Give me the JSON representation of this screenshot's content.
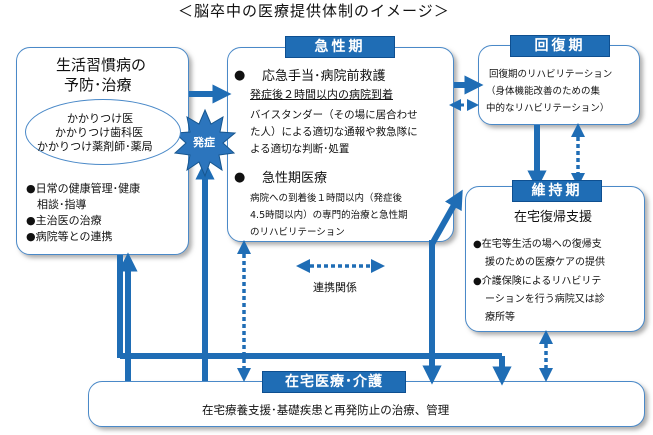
{
  "title": "＜脳卒中の医療提供体制のイメージ＞",
  "prevention": {
    "heading_line1": "生活習慣病の",
    "heading_line2": "予防･治療",
    "clinic_lines": [
      "かかりつけ医",
      "かかりつけ歯科医",
      "かかりつけ薬剤師･薬局"
    ],
    "items": [
      "●日常の健康管理･健康",
      "相談･指導",
      "●主治医の治療",
      "●病院等との連携"
    ]
  },
  "onset_label": "発症",
  "acute": {
    "header": "急性期",
    "item1_title": "応急手当･病院前救護",
    "item1_sub": "発症後２時間以内の病院到着",
    "item1_body": [
      "バイスタンダー（その場に居合わせ",
      "た人）による適切な通報や救急隊に",
      "よる適切な判断･処置"
    ],
    "item2_title": "急性期医療",
    "item2_body": [
      "病院への到着後１時間以内（発症後",
      "4.5時間以内）の専門的治療と急性期",
      "のリハビリテーション"
    ],
    "bullet": "●"
  },
  "recovery": {
    "header": "回復期",
    "body": [
      "回復期のリハビリテーション",
      "（身体機能改善のための集",
      "中的なリハビリテーション）"
    ]
  },
  "maintenance": {
    "header": "維持期",
    "subtitle": "在宅復帰支援",
    "items": [
      "●在宅等生活の場への復帰支",
      "援のための医療ケアの提供",
      "●介護保険によるリハビリテ",
      "ーションを行う病院又は診",
      "療所等"
    ]
  },
  "collaboration_label": "連携関係",
  "home_care": {
    "header": "在宅医療･介護",
    "body": "在宅療養支援･基礎疾患と再発防止の治療、管理"
  },
  "colors": {
    "arrow": "#1f6db5",
    "header_bg": "#1f6db5",
    "border": "#4a89c8",
    "burst_fill": "#2c75bd"
  }
}
